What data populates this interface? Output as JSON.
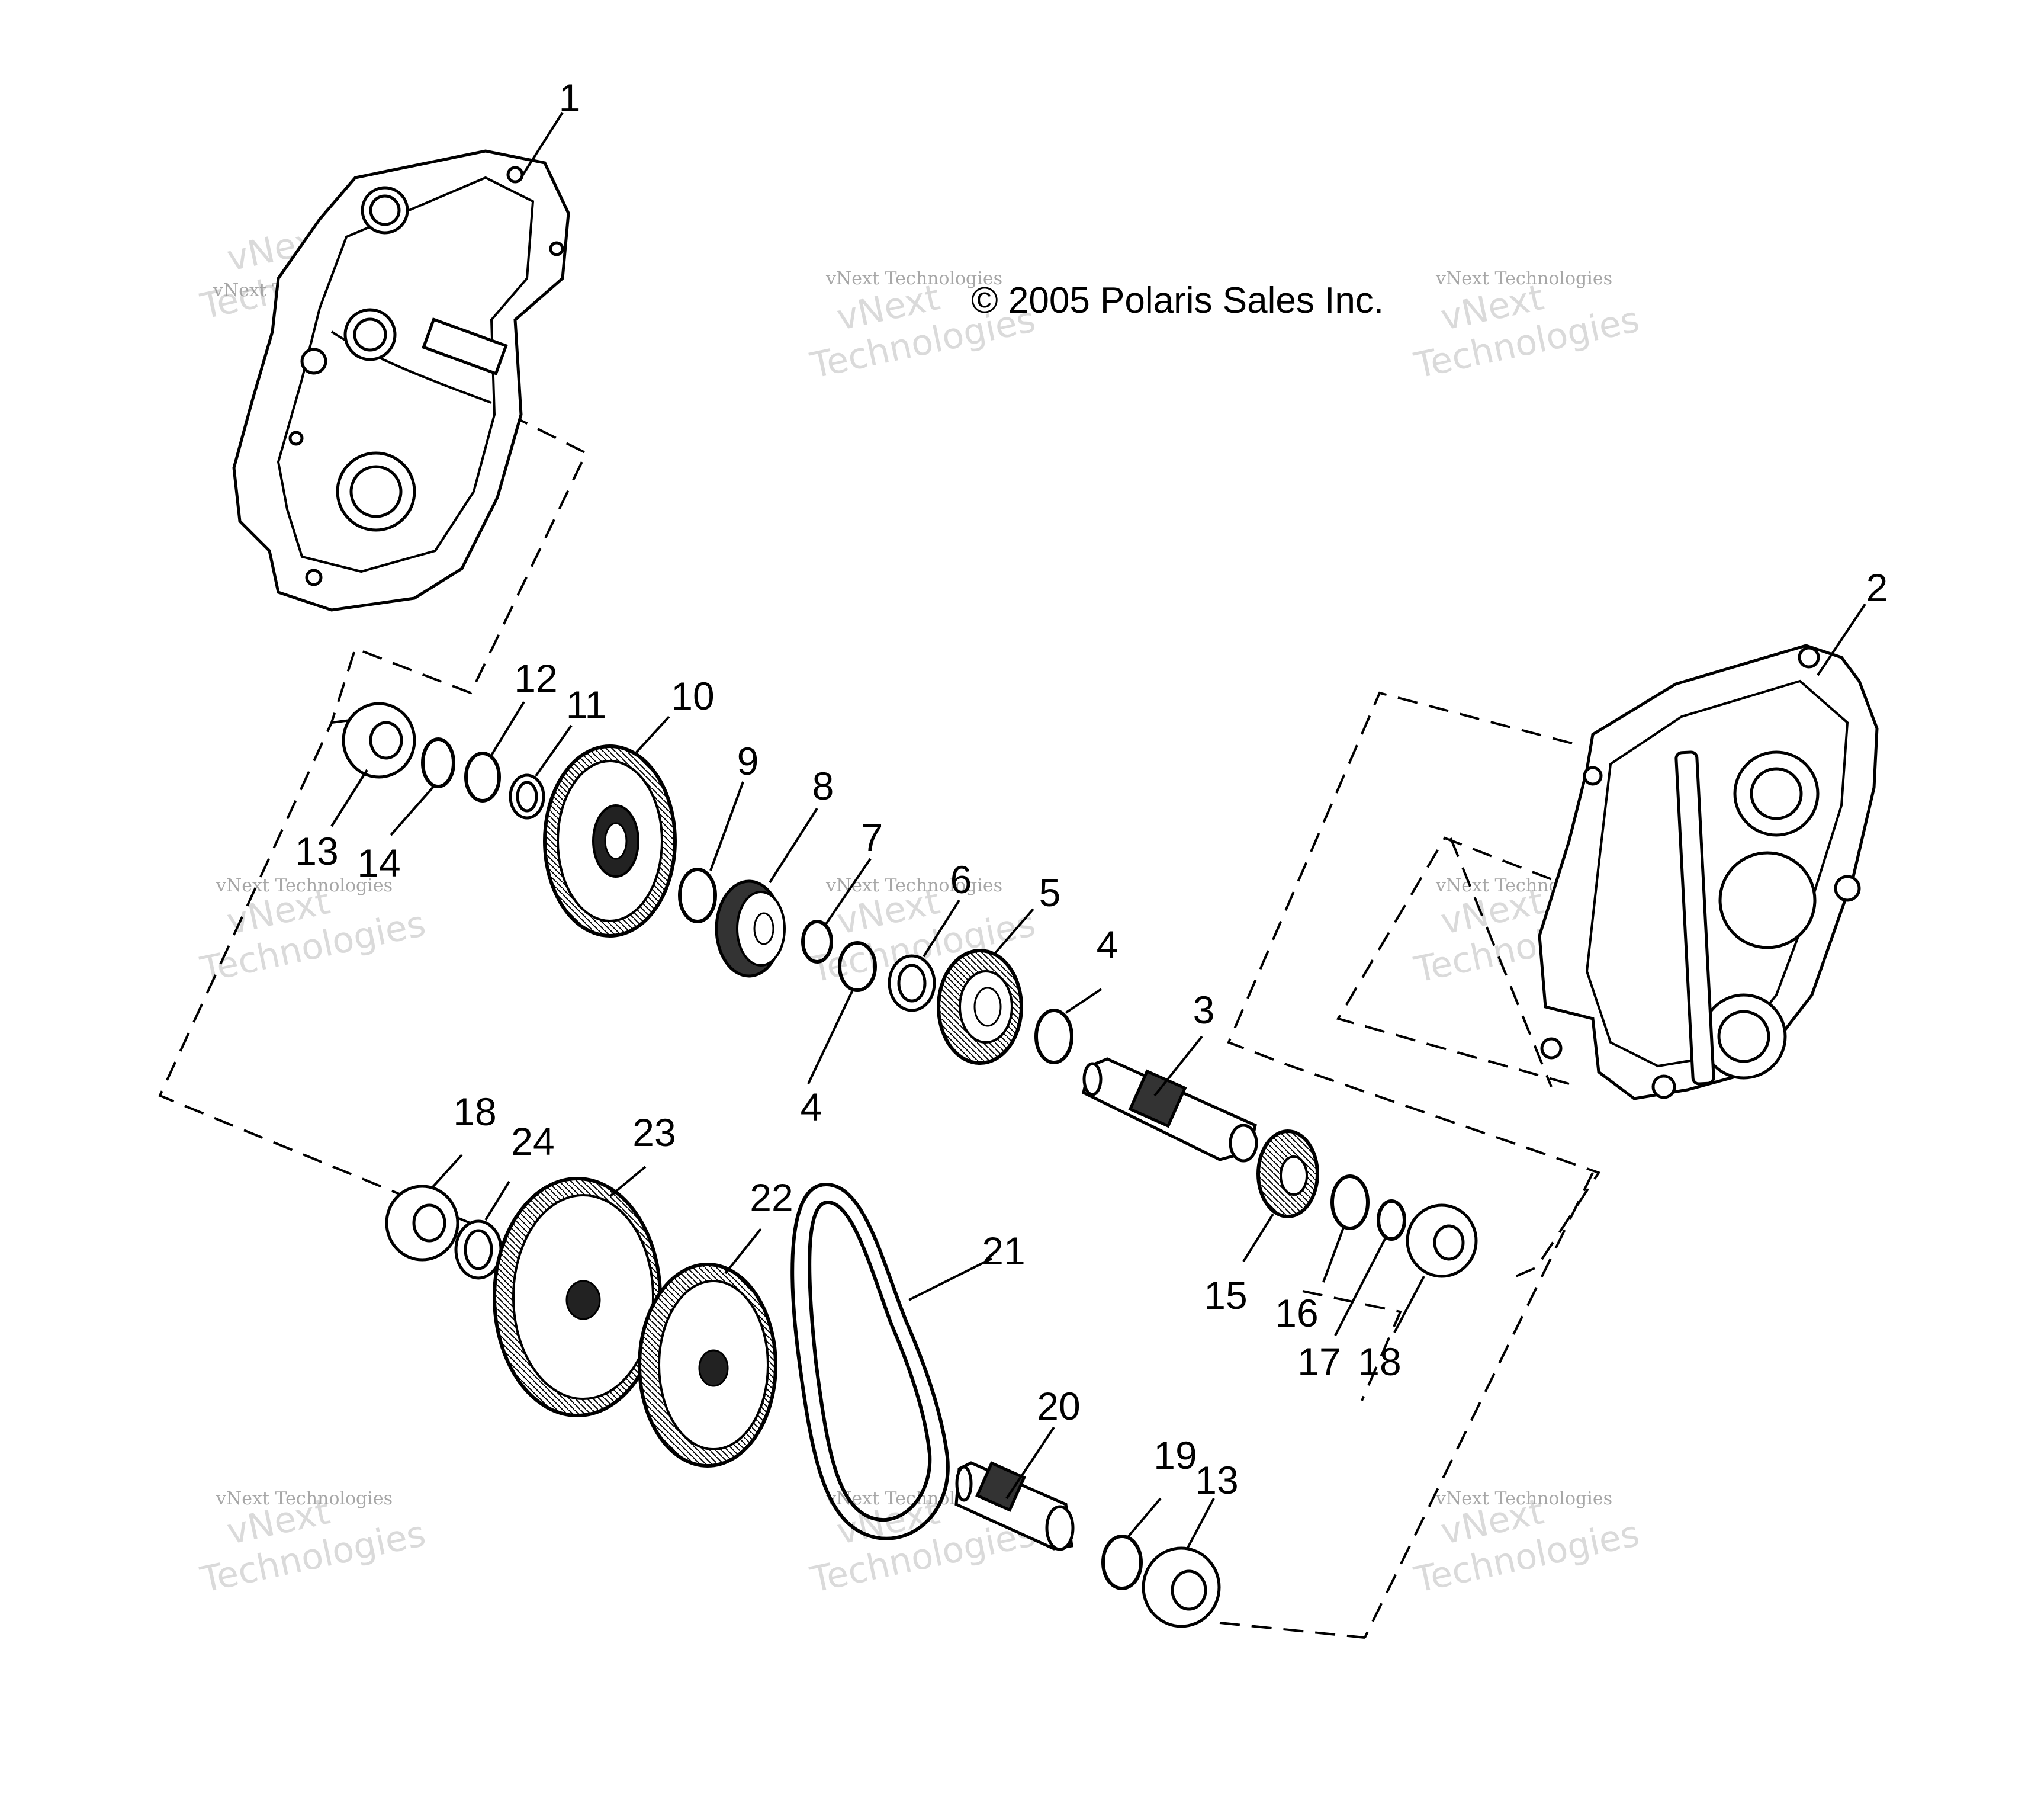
{
  "copyright": "© 2005 Polaris Sales Inc.",
  "watermark": {
    "large_line1": "vNext",
    "large_line2": "Technologies",
    "small": "vNext Technologies"
  },
  "parts": [
    {
      "id": "p1",
      "label": "1"
    },
    {
      "id": "p2",
      "label": "2"
    },
    {
      "id": "p3",
      "label": "3"
    },
    {
      "id": "p4a",
      "label": "4"
    },
    {
      "id": "p4b",
      "label": "4"
    },
    {
      "id": "p5",
      "label": "5"
    },
    {
      "id": "p6",
      "label": "6"
    },
    {
      "id": "p7",
      "label": "7"
    },
    {
      "id": "p8",
      "label": "8"
    },
    {
      "id": "p9",
      "label": "9"
    },
    {
      "id": "p10",
      "label": "10"
    },
    {
      "id": "p11",
      "label": "11"
    },
    {
      "id": "p12",
      "label": "12"
    },
    {
      "id": "p13a",
      "label": "13"
    },
    {
      "id": "p13b",
      "label": "13"
    },
    {
      "id": "p14",
      "label": "14"
    },
    {
      "id": "p15",
      "label": "15"
    },
    {
      "id": "p16",
      "label": "16"
    },
    {
      "id": "p17",
      "label": "17"
    },
    {
      "id": "p18a",
      "label": "18"
    },
    {
      "id": "p18b",
      "label": "18"
    },
    {
      "id": "p19",
      "label": "19"
    },
    {
      "id": "p20",
      "label": "20"
    },
    {
      "id": "p21",
      "label": "21"
    },
    {
      "id": "p22",
      "label": "22"
    },
    {
      "id": "p23",
      "label": "23"
    },
    {
      "id": "p24",
      "label": "24"
    }
  ]
}
